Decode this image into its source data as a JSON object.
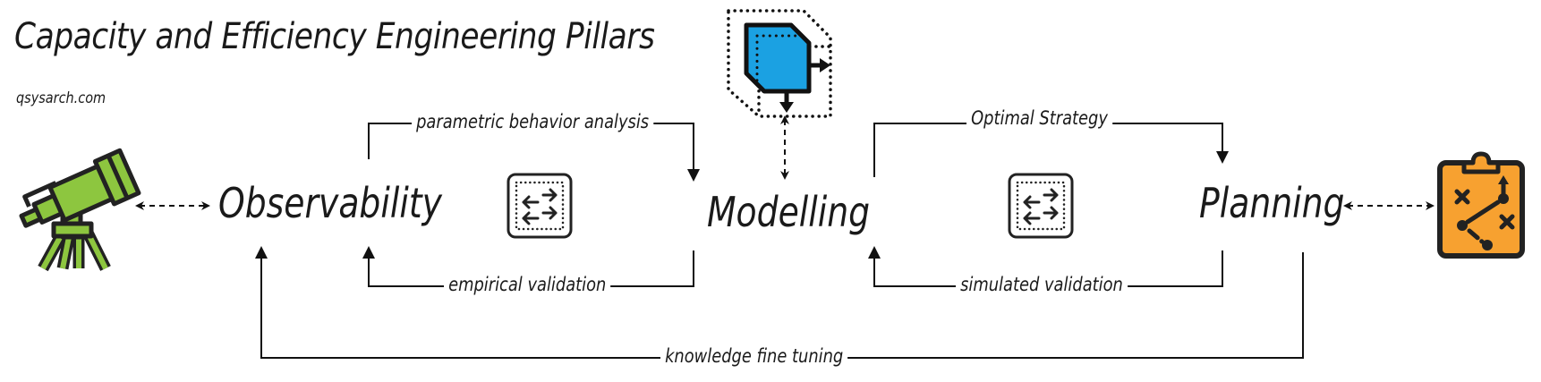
{
  "header": {
    "title": "Capacity and Efficiency Engineering Pillars",
    "site": "qsysarch.com"
  },
  "pillars": [
    {
      "label": "Observability",
      "icon": "telescope-icon",
      "icon_color": "#8DC63F"
    },
    {
      "label": "Modelling",
      "icon": "cube-model-icon",
      "icon_color": "#1BA1E2"
    },
    {
      "label": "Planning",
      "icon": "strategy-clipboard-icon",
      "icon_color": "#F7A130"
    }
  ],
  "edges": {
    "obs_to_model": "parametric behavior  analysis",
    "model_to_obs": "empirical validation",
    "model_to_plan": "Optimal Strategy",
    "plan_to_model": "simulated validation",
    "plan_to_obs": "knowledge  fine tuning"
  },
  "exchange_icons": [
    "exchange-arrows-icon",
    "exchange-arrows-icon"
  ],
  "colors": {
    "line": "#111111",
    "telescope": "#8DC63F",
    "cube": "#1BA1E2",
    "clipboard": "#F7A130"
  }
}
